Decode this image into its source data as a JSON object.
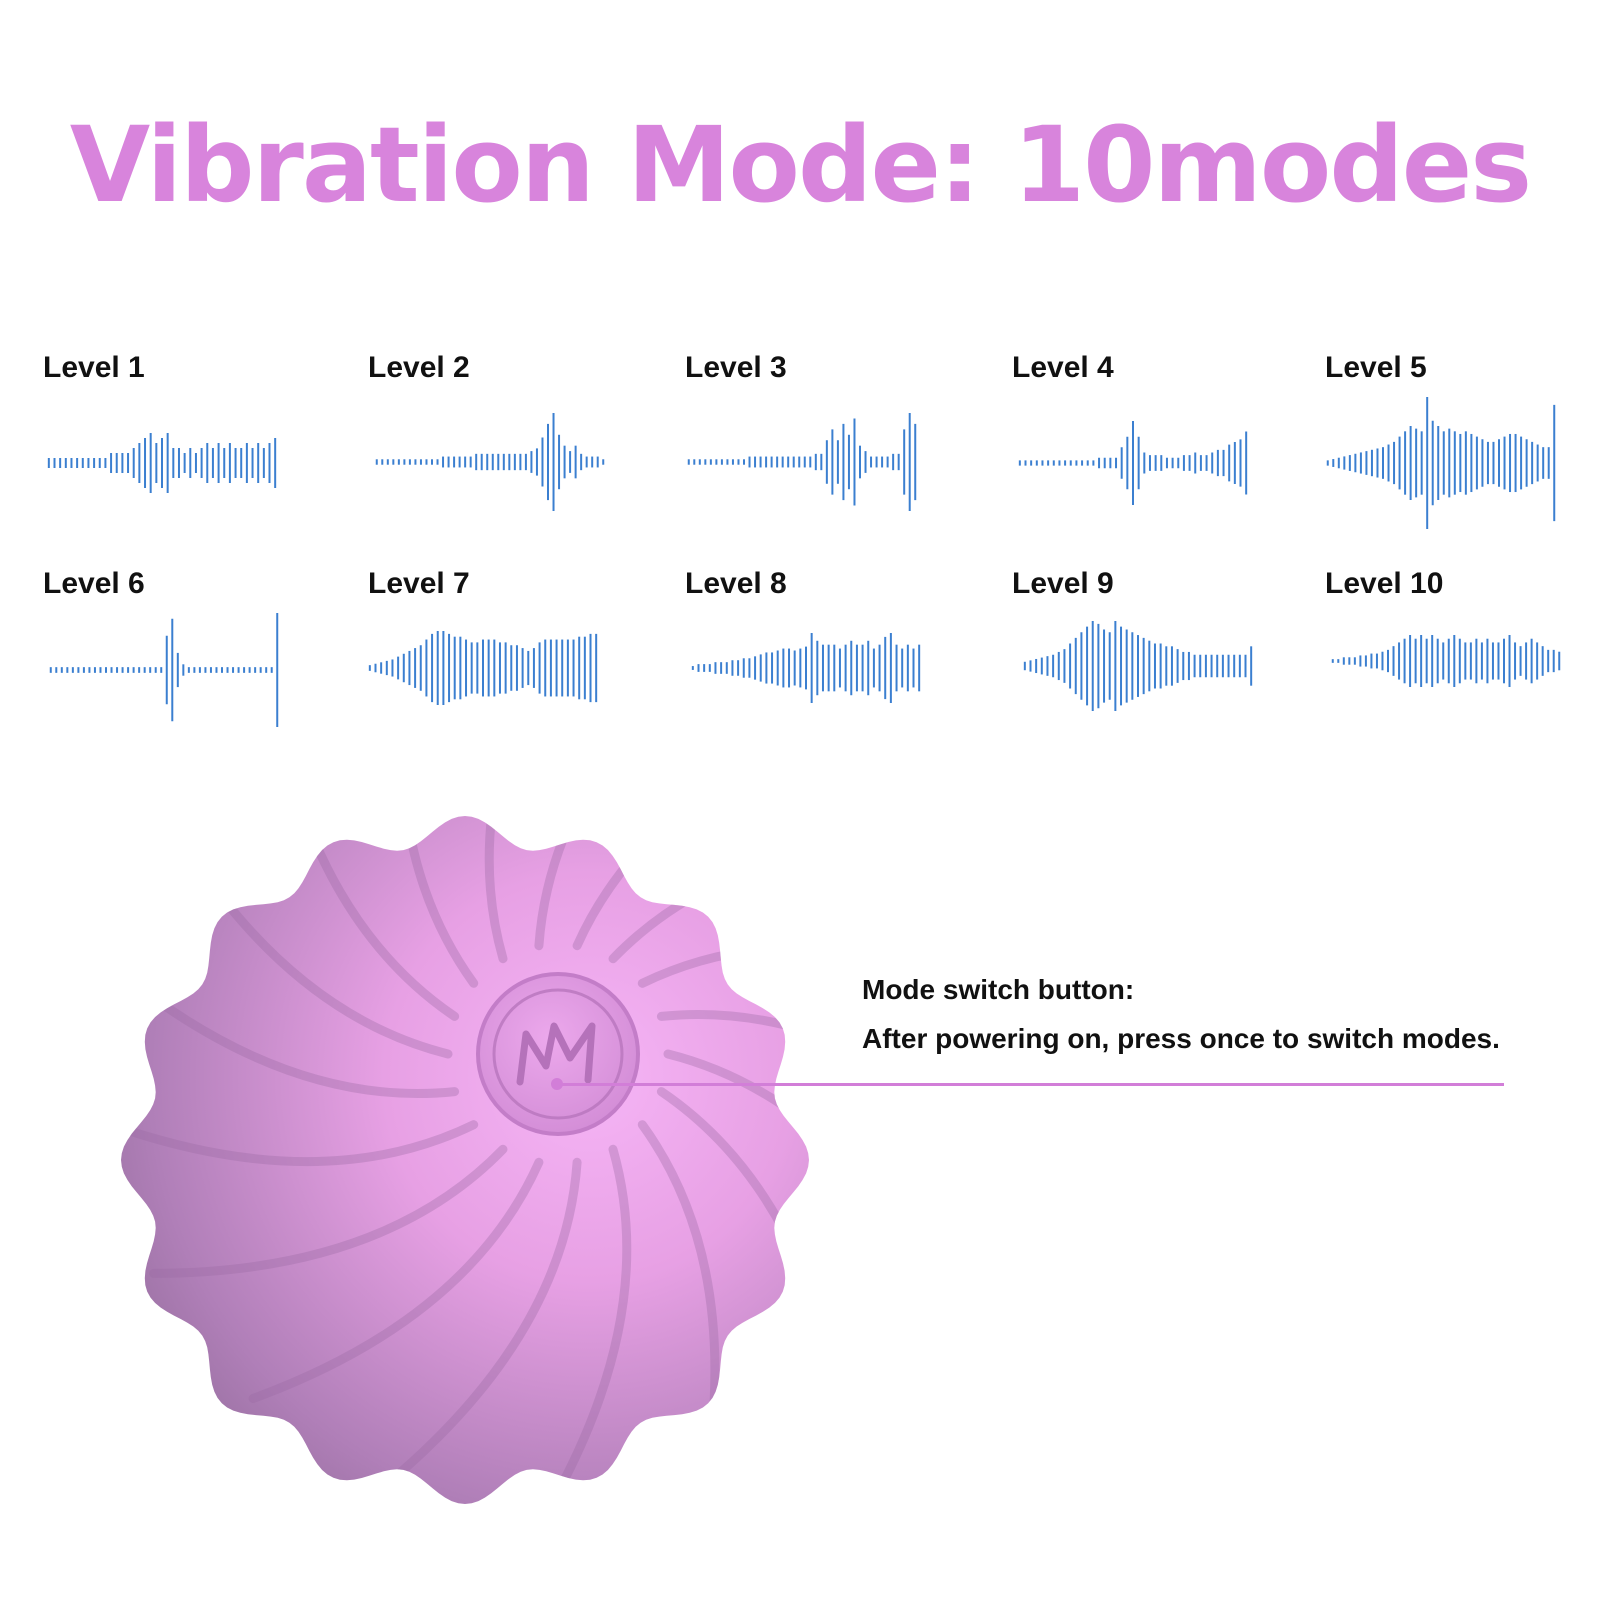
{
  "title": "Vibration Mode: 10modes",
  "levels": [
    {
      "label": "Level 1",
      "pattern": [
        1,
        1,
        1,
        1,
        1,
        1,
        1,
        1,
        1,
        1,
        1,
        2,
        2,
        2,
        2,
        3,
        4,
        5,
        6,
        4,
        5,
        6,
        3,
        3,
        2,
        3,
        2,
        3,
        4,
        3,
        4,
        3,
        4,
        3,
        3,
        4,
        3,
        4,
        3,
        4,
        5
      ]
    },
    {
      "label": "Level 2",
      "pattern": [
        1,
        1,
        1,
        1,
        1,
        1,
        1,
        1,
        1,
        1,
        1,
        1,
        2,
        2,
        2,
        2,
        2,
        2,
        3,
        3,
        3,
        3,
        3,
        3,
        3,
        3,
        3,
        3,
        4,
        5,
        9,
        14,
        18,
        10,
        6,
        4,
        6,
        3,
        2,
        2,
        2,
        1
      ]
    },
    {
      "label": "Level 3",
      "pattern": [
        1,
        1,
        1,
        1,
        1,
        1,
        1,
        1,
        1,
        1,
        1,
        2,
        2,
        2,
        2,
        2,
        2,
        2,
        2,
        2,
        2,
        2,
        2,
        3,
        3,
        8,
        12,
        8,
        14,
        10,
        16,
        6,
        4,
        2,
        2,
        2,
        2,
        3,
        3,
        12,
        18,
        14
      ]
    },
    {
      "label": "Level 4",
      "pattern": [
        1,
        1,
        1,
        1,
        1,
        1,
        1,
        1,
        1,
        1,
        1,
        1,
        1,
        1,
        2,
        2,
        2,
        2,
        6,
        10,
        16,
        10,
        4,
        3,
        3,
        3,
        2,
        2,
        2,
        3,
        3,
        4,
        3,
        3,
        4,
        5,
        5,
        7,
        8,
        9,
        12
      ]
    },
    {
      "label": "Level 5",
      "pattern": [
        2,
        3,
        4,
        5,
        6,
        7,
        8,
        9,
        10,
        11,
        12,
        14,
        16,
        20,
        24,
        28,
        26,
        24,
        50,
        32,
        28,
        24,
        26,
        24,
        22,
        24,
        22,
        20,
        18,
        16,
        16,
        18,
        20,
        22,
        22,
        20,
        18,
        16,
        14,
        12,
        12,
        44
      ]
    },
    {
      "label": "Level 6",
      "pattern": [
        1,
        1,
        1,
        1,
        1,
        1,
        1,
        1,
        1,
        1,
        1,
        1,
        1,
        1,
        1,
        1,
        1,
        1,
        1,
        1,
        1,
        12,
        18,
        6,
        2,
        1,
        1,
        1,
        1,
        1,
        1,
        1,
        1,
        1,
        1,
        1,
        1,
        1,
        1,
        1,
        1,
        20
      ]
    },
    {
      "label": "Level 7",
      "pattern": [
        2,
        3,
        4,
        5,
        6,
        8,
        10,
        12,
        14,
        16,
        20,
        24,
        26,
        26,
        24,
        22,
        22,
        20,
        18,
        18,
        20,
        20,
        20,
        18,
        18,
        16,
        16,
        14,
        12,
        14,
        18,
        20,
        20,
        20,
        20,
        20,
        20,
        22,
        22,
        24,
        24
      ]
    },
    {
      "label": "Level 8",
      "pattern": [
        1,
        2,
        2,
        2,
        3,
        3,
        3,
        4,
        4,
        5,
        5,
        6,
        7,
        8,
        8,
        9,
        10,
        10,
        9,
        10,
        11,
        18,
        14,
        12,
        12,
        12,
        10,
        12,
        14,
        12,
        12,
        14,
        10,
        12,
        16,
        18,
        12,
        10,
        12,
        10,
        12
      ]
    },
    {
      "label": "Level 9",
      "pattern": [
        3,
        4,
        5,
        6,
        7,
        8,
        10,
        12,
        16,
        20,
        24,
        28,
        32,
        30,
        26,
        24,
        32,
        28,
        26,
        24,
        22,
        20,
        18,
        16,
        16,
        14,
        14,
        12,
        10,
        10,
        8,
        8,
        8,
        8,
        8,
        8,
        8,
        8,
        8,
        8,
        14
      ]
    },
    {
      "label": "Level 10",
      "pattern": [
        1,
        1,
        2,
        2,
        2,
        3,
        3,
        4,
        4,
        5,
        6,
        8,
        10,
        12,
        14,
        12,
        14,
        12,
        14,
        12,
        10,
        12,
        14,
        12,
        10,
        10,
        12,
        10,
        12,
        10,
        10,
        12,
        14,
        10,
        8,
        10,
        12,
        10,
        8,
        6,
        6,
        5
      ]
    }
  ],
  "wave_color": "#3b7fd0",
  "product": {
    "color": "#e4a2e6",
    "button_icon": "letter-m-logo-icon"
  },
  "callout": {
    "line1": "Mode switch button:",
    "line2": "After powering on, press once to switch modes."
  }
}
